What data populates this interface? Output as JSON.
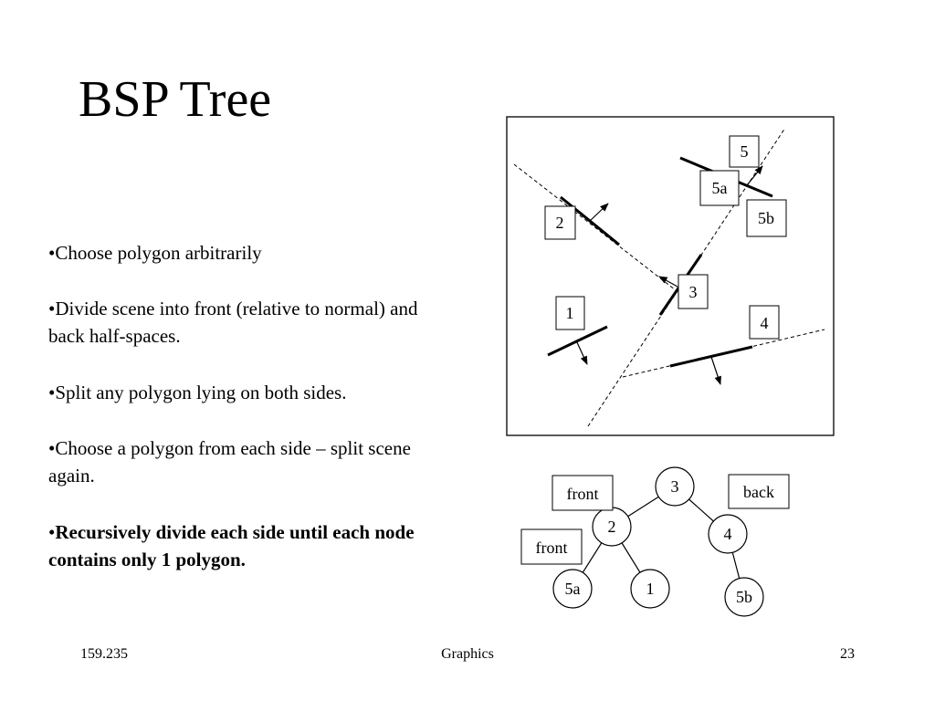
{
  "slide": {
    "title": "BSP Tree",
    "bullets": [
      {
        "dot": "•",
        "text": "Choose polygon arbitrarily"
      },
      {
        "dot": "•",
        "text": "Divide scene into front (relative to normal) and back half-spaces."
      },
      {
        "dot": "•",
        "text": "Split any polygon lying on both sides."
      },
      {
        "dot": "•",
        "text": "Choose a polygon from each side – split scene again."
      },
      {
        "dot": "•",
        "text": "Recursively divide each side until each node contains only 1 polygon."
      }
    ]
  },
  "scene": {
    "labels": {
      "p5": "5",
      "p5a": "5a",
      "p5b": "5b",
      "p2": "2",
      "p3": "3",
      "p1": "1",
      "p4": "4"
    }
  },
  "tree": {
    "nodes": {
      "n3": "3",
      "n2": "2",
      "n4": "4",
      "n5a": "5a",
      "n1": "1",
      "n5b": "5b"
    },
    "edge_labels": {
      "front_top": "front",
      "back_top": "back",
      "front_left": "front"
    }
  },
  "footer": {
    "left": "159.235",
    "center": "Graphics",
    "right": "23"
  }
}
